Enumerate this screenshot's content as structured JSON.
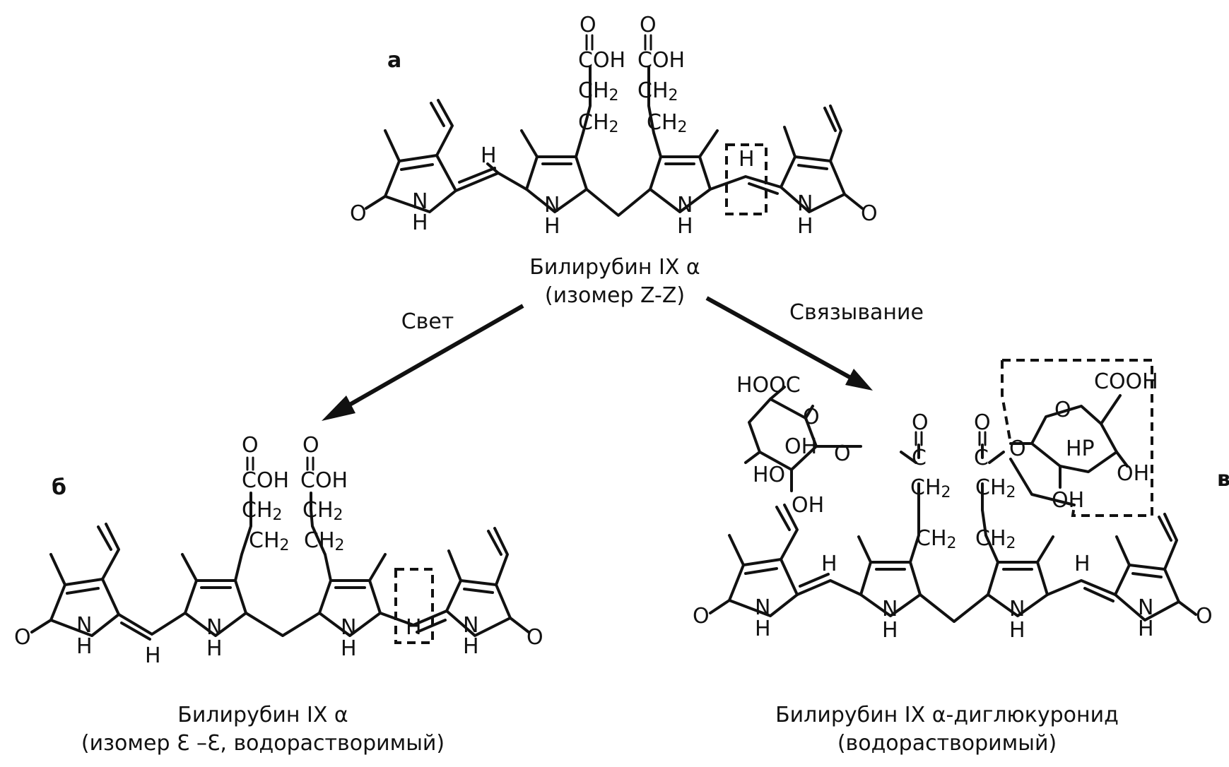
{
  "panels": {
    "a": "а",
    "b": "б",
    "c": "в"
  },
  "arrows": {
    "light": "Свет",
    "binding": "Связывание"
  },
  "compounds": {
    "zz": {
      "name": "Билирубин IX α",
      "isomer": "(изомер Z-Z)"
    },
    "ee": {
      "name": "Билирубин IX α",
      "isomer": "(изомер Ɛ –Ɛ, водорастворимый)"
    },
    "glucuronide": {
      "name": "Билирубин IX α-диглюкуронид",
      "note": "(водорастворимый)"
    }
  },
  "atoms": {
    "O": "O",
    "OH": "OH",
    "HO": "HO",
    "H": "H",
    "N": "N",
    "COH": "COH",
    "CH2": "CH",
    "sub2": "2",
    "C": "C",
    "HOOC": "HOOC",
    "COOH": "COOH",
    "HP": "HP"
  },
  "colors": {
    "ink": "#111111",
    "paper": "#ffffff"
  }
}
